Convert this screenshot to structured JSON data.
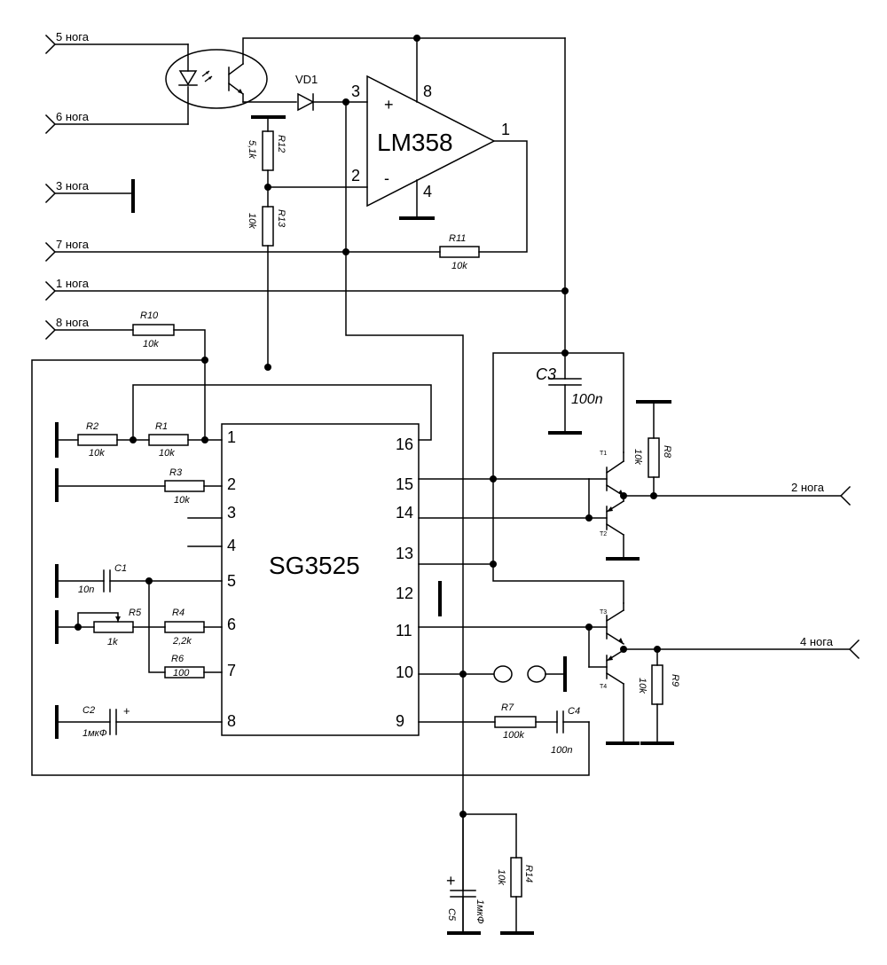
{
  "connectors": {
    "leg5": "5 нога",
    "leg6": "6 нога",
    "leg3": "3 нога",
    "leg7": "7 нога",
    "leg1": "1 нога",
    "leg8": "8 нога",
    "leg2": "2 нога",
    "leg4": "4 нога"
  },
  "ics": {
    "opamp": {
      "name": "LM358",
      "pins": {
        "p3": "3",
        "p8": "8",
        "p1": "1",
        "p2": "2",
        "p4": "4",
        "plus": "+",
        "minus": "-"
      }
    },
    "pwm": {
      "name": "SG3525",
      "left_pins": [
        "1",
        "2",
        "3",
        "4",
        "5",
        "6",
        "7",
        "8"
      ],
      "right_pins": [
        "16",
        "15",
        "14",
        "13",
        "12",
        "11",
        "10",
        "9"
      ]
    }
  },
  "components": {
    "VD1": {
      "ref": "VD1"
    },
    "R12": {
      "ref": "R12",
      "value": "5,1k"
    },
    "R13": {
      "ref": "R13",
      "value": "10k"
    },
    "R11": {
      "ref": "R11",
      "value": "10k"
    },
    "R10": {
      "ref": "R10",
      "value": "10k"
    },
    "R2": {
      "ref": "R2",
      "value": "10k"
    },
    "R1": {
      "ref": "R1",
      "value": "10k"
    },
    "R3": {
      "ref": "R3",
      "value": "10k"
    },
    "C1": {
      "ref": "C1",
      "value": "10n"
    },
    "R5": {
      "ref": "R5",
      "value": "1k"
    },
    "R4": {
      "ref": "R4",
      "value": "2,2k"
    },
    "R6": {
      "ref": "R6",
      "value": "100"
    },
    "C2": {
      "ref": "C2",
      "value": "1мкФ",
      "polarity": "+"
    },
    "R7": {
      "ref": "R7",
      "value": "100k"
    },
    "C4": {
      "ref": "C4",
      "value": "100n"
    },
    "C3": {
      "ref": "C3",
      "value": "100n"
    },
    "R8": {
      "ref": "R8",
      "value": "10k"
    },
    "R9": {
      "ref": "R9",
      "value": "10k"
    },
    "T1": {
      "ref": "T1"
    },
    "T2": {
      "ref": "T2"
    },
    "T3": {
      "ref": "T3"
    },
    "T4": {
      "ref": "T4"
    },
    "C5": {
      "ref": "C5",
      "value": "1мкФ",
      "polarity": "+"
    },
    "R14": {
      "ref": "R14",
      "value": "10k"
    }
  }
}
